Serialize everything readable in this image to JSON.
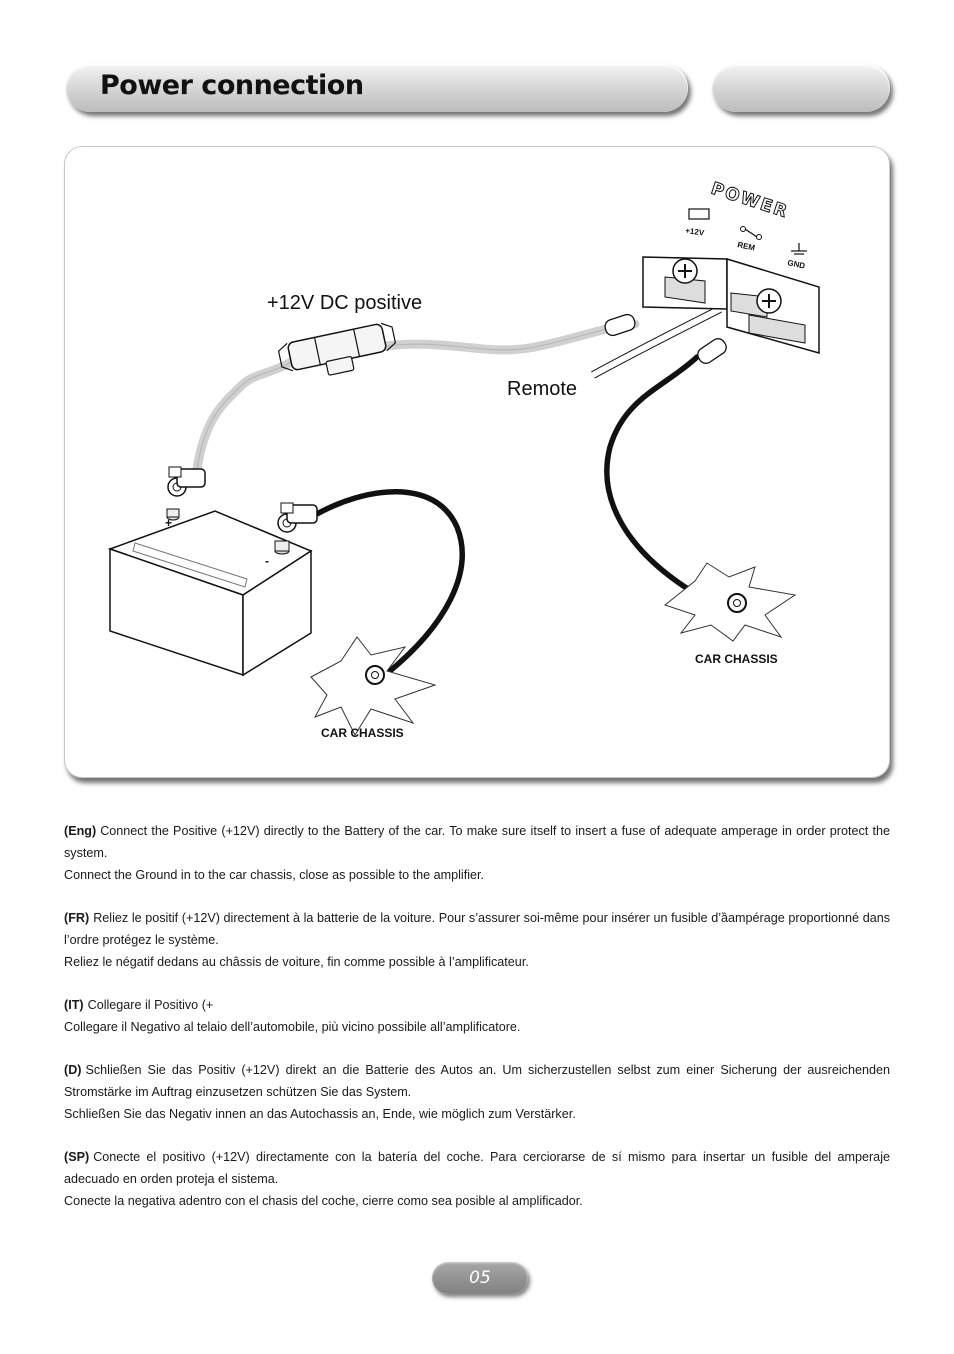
{
  "header": {
    "title": "Power connection"
  },
  "diagram": {
    "label_positive": "+12V DC positive",
    "label_remote": "Remote",
    "label_chassis_left": "CAR CHASSIS",
    "label_chassis_right": "CAR CHASSIS",
    "terminal_title": "POWER",
    "terminal_12v": "+12V",
    "terminal_rem": "REM",
    "terminal_gnd": "GND",
    "battery_plus": "+",
    "battery_minus": "-"
  },
  "instructions": [
    {
      "lang": "(Eng)",
      "lines": [
        "Connect the Positive (+12V) directly to the Battery of the car. To make sure itself to insert a fuse of adequate amperage in order protect the system.",
        "Connect the Ground in to the car chassis, close as possible to the amplifier."
      ]
    },
    {
      "lang": "(FR)",
      "lines": [
        "Reliez le positif (+12V) directement à la batterie de la voiture. Pour s’assurer soi-même pour insérer un fusible d’ȁampérage proportionné dans l’ordre protégez le système.",
        "Reliez le négatif dedans au châssis de voiture, fin comme possible à l’amplificateur."
      ]
    },
    {
      "lang": "(IT)",
      "lines": [
        "Collegare il Positivo (+",
        "Collegare il Negativo al telaio dell’automobile, più vicino possibile all’amplificatore."
      ]
    },
    {
      "lang": "(D)",
      "lines": [
        "Schließen Sie das Positiv (+12V) direkt an die Batterie des Autos an. Um sicherzustellen selbst zum einer Sicherung der ausreichenden Stromstärke im Auftrag einzusetzen schützen Sie das System.",
        "Schließen Sie das Negativ innen an das Autochassis an, Ende, wie möglich zum Verstärker."
      ]
    },
    {
      "lang": "(SP)",
      "lines": [
        "Conecte el positivo (+12V) directamente con la batería del coche. Para cerciorarse de sí mismo para insertar un fusible del amperaje adecuado en orden proteja el sistema.",
        "Conecte la negativa adentro con el chasis del coche, cierre como sea posible al amplificador."
      ]
    }
  ],
  "footer": {
    "page_number": "05"
  }
}
